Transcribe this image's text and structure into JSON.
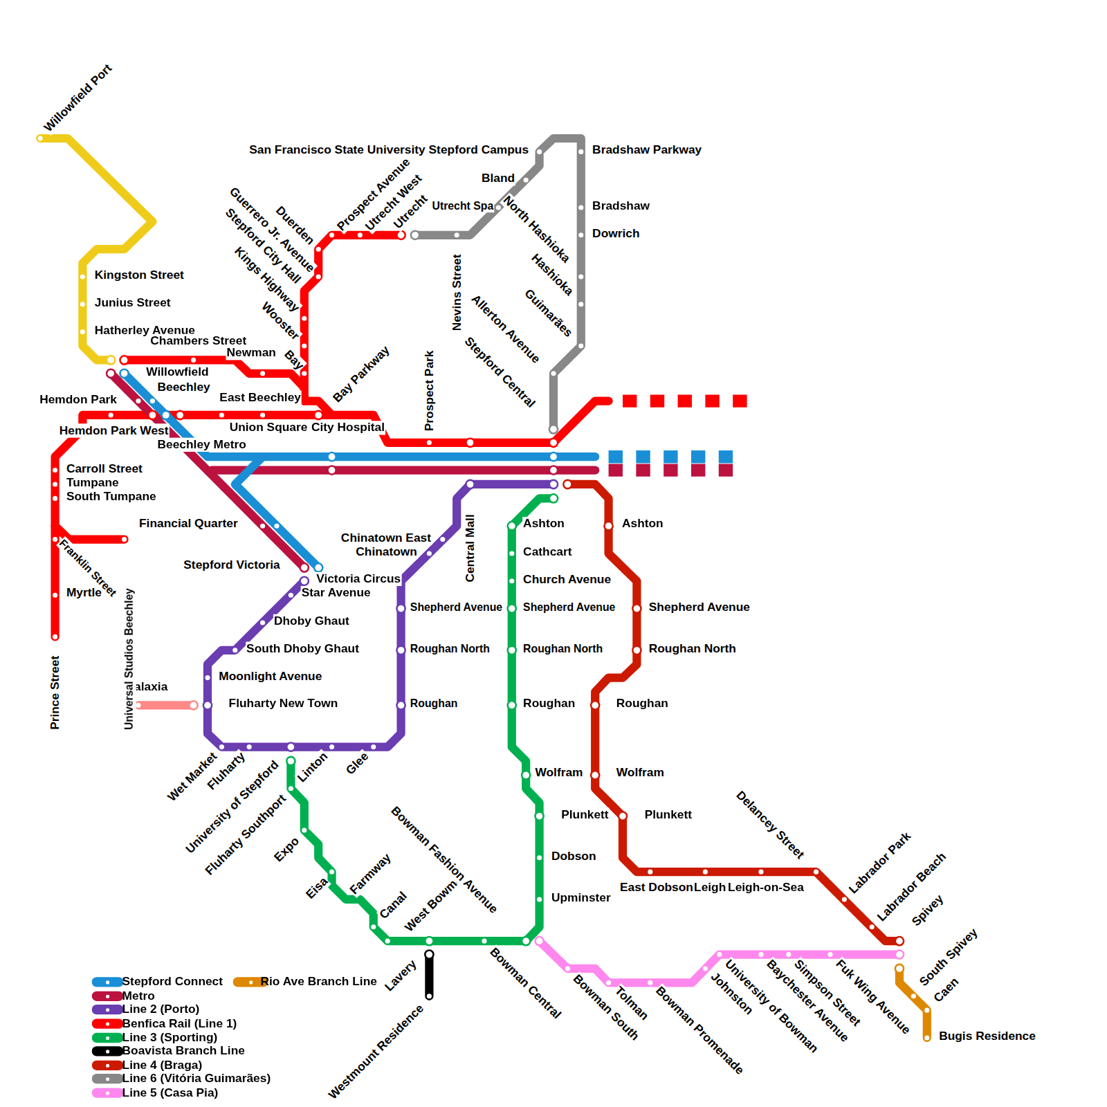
{
  "diagram": {
    "labels": [
      "Willowfield Port",
      "Kingston Street",
      "Junius Street",
      "Hatherley Avenue",
      "Chambers Street",
      "Willowfield",
      "Newman",
      "Bay",
      "Beechley",
      "East Beechley",
      "Hemdon Park",
      "Hemdon Park West",
      "Union Square",
      "City Hospital",
      "Beechley Metro",
      "Carroll Street",
      "Tumpane",
      "South Tumpane",
      "Financial Quarter",
      "Stepford Victoria",
      "Victoria Circus",
      "Star Avenue",
      "Dhoby Ghaut",
      "South Dhoby Ghaut",
      "Moonlight Avenue",
      "Fluharty New Town",
      "Galaxia",
      "Myrtle",
      "Franklin Street",
      "Prince Street",
      "Universal Studios Beechley",
      "Wet Market",
      "Fluharty",
      "University of Stepford",
      "Fluharty Southport",
      "Linton",
      "Glee",
      "Expo",
      "Eisa",
      "Farmway",
      "Canal",
      "West Bowman",
      "Bowman Fashion Avenue",
      "Lavery",
      "Westmount Residence",
      "Bowman Central",
      "Bowman South",
      "Tolman",
      "Bowman Promenade",
      "Johnston",
      "University of Bowman",
      "Baychester Avenue",
      "Simpson Street",
      "Fuk Wing Avenue",
      "Delancey Street",
      "Labrador Park",
      "Labrador Beach",
      "Spivey",
      "South Spivey",
      "Caen",
      "Bugis Residence",
      "East Dobson",
      "Leigh",
      "Leigh-on-Sea",
      "Upminster",
      "Dobson",
      "Plunkett",
      "Plunkett",
      "Wolfram",
      "Wolfram",
      "Roughan",
      "Roughan",
      "Roughan",
      "Roughan North",
      "Roughan North",
      "Roughan North",
      "Shepherd Avenue",
      "Shepherd Avenue",
      "Shepherd Avenue",
      "Church Avenue",
      "Cathcart",
      "Ashton",
      "Ashton",
      "Chinatown East",
      "Chinatown",
      "Central Mall",
      "Prospect Park",
      "Bay Parkway",
      "Nevins Street",
      "Allerton Avenue",
      "Stepford Central",
      "Guimarães",
      "Hashioka",
      "North Hashioka",
      "Bland",
      "Utrecht Spa",
      "Utrecht",
      "San Francisco State University Stepford Campus",
      "Bradshaw Parkway",
      "Bradshaw",
      "Dowrich",
      "Prospect Avenue",
      "Utrecht West",
      "Duerden",
      "Guerrero Jr. Avenue",
      "Stepford City Hall",
      "Kings Highway",
      "Wooster"
    ],
    "legend": [
      {
        "text": "Stepford Connect",
        "color": "#1a8fd6"
      },
      {
        "text": "Rio Ave Branch Line",
        "color": "#dd8800"
      },
      {
        "text": "Metro",
        "color": "#bb1240"
      },
      {
        "text": "Line 2 (Porto)",
        "color": "#6a3db0"
      },
      {
        "text": "Benfica Rail (Line 1)",
        "color": "#ff0000"
      },
      {
        "text": "Line 3 (Sporting)",
        "color": "#00b050"
      },
      {
        "text": "Boavista Branch Line",
        "color": "#000000"
      },
      {
        "text": "Line 4 (Braga)",
        "color": "#cc1a00"
      },
      {
        "text": "Line 6 (Vitória Guimarães)",
        "color": "#888888"
      },
      {
        "text": "Line 5 (Casa Pia)",
        "color": "#ff88ee"
      }
    ]
  }
}
